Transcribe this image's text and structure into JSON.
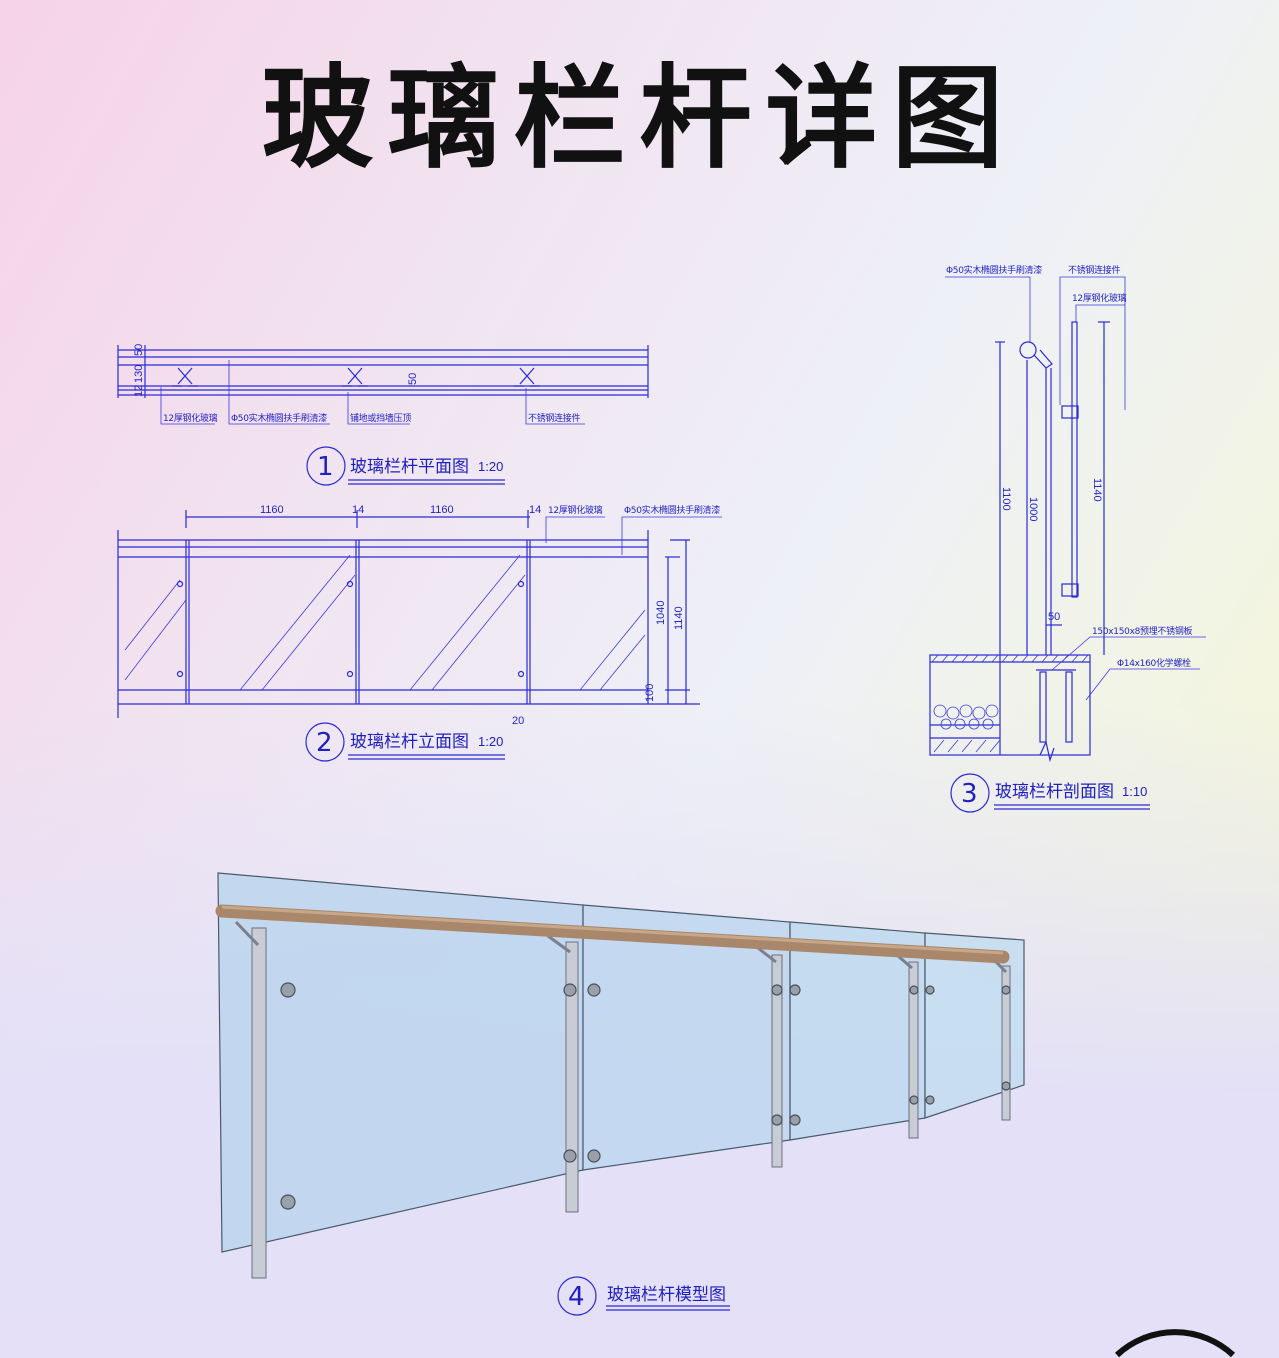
{
  "title": "玻璃栏杆详图",
  "plan": {
    "caption": "玻璃栏杆平面图",
    "number": "1",
    "scale": "1:20",
    "dims": [
      "50",
      "130",
      "12",
      "50"
    ],
    "labels": [
      "12厚钢化玻璃",
      "Φ50实木椭圆扶手刷清漆",
      "铺地或挡墙压顶",
      "不锈钢连接件"
    ]
  },
  "elevation": {
    "caption": "玻璃栏杆立面图",
    "number": "2",
    "scale": "1:20",
    "dims": {
      "span1": "1160",
      "gap1": "14",
      "span2": "1160",
      "gap2": "14",
      "h1": "1040",
      "h2": "1140",
      "base": "100",
      "post": "20"
    },
    "labels": [
      "12厚钢化玻璃",
      "Φ50实木椭圆扶手刷清漆"
    ]
  },
  "section": {
    "caption": "玻璃栏杆剖面图",
    "number": "3",
    "scale": "1:10",
    "dims": {
      "h1100": "1100",
      "h1000": "1000",
      "h1140": "1140",
      "offset": "50"
    },
    "labels": {
      "handrail": "Φ50实木椭圆扶手刷清漆",
      "connector": "不锈钢连接件",
      "glass": "12厚钢化玻璃",
      "plate": "150x150x8预埋不锈钢板",
      "bolt": "Φ14x160化学螺栓"
    }
  },
  "model": {
    "caption": "玻璃栏杆模型图",
    "number": "4"
  },
  "colors": {
    "line": "#2b2bd6",
    "glass": "#b9d3ee",
    "handrail": "#a8876a"
  }
}
